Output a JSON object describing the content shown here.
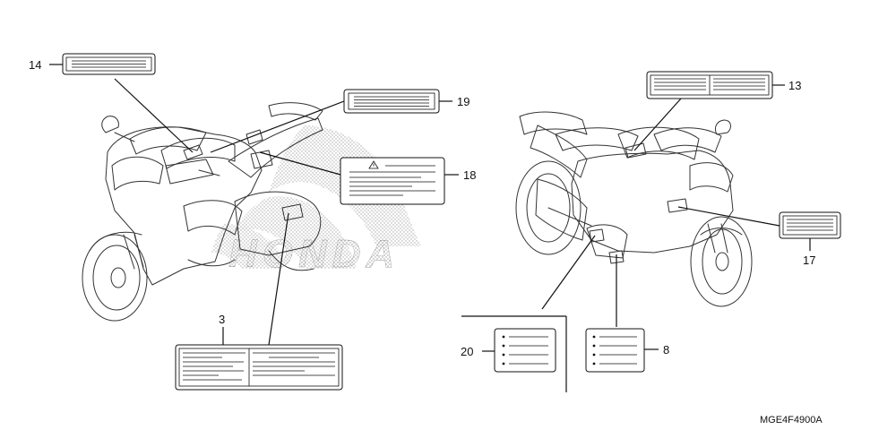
{
  "diagram": {
    "callouts": {
      "c3": "3",
      "c8": "8",
      "c13": "13",
      "c14": "14",
      "c17": "17",
      "c18": "18",
      "c19": "19",
      "c20": "20"
    },
    "drawing_code": "MGE4F4900A",
    "watermark_brand": "HONDA"
  }
}
